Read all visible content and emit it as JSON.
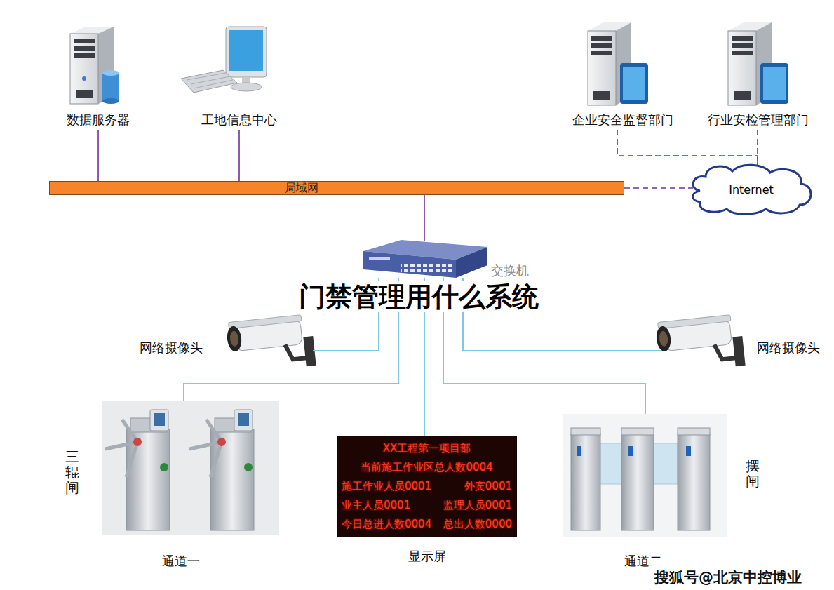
{
  "diagram": {
    "title": "门禁管理用什么系统",
    "nodes": [
      {
        "text": [
          "数据服务器"
        ]
      },
      {
        "text": [
          "工地信息中心"
        ]
      },
      {
        "text": [
          "企业安全监督部门"
        ]
      },
      {
        "text": [
          "行业安检管理部门"
        ]
      },
      {
        "text": [
          "局域网"
        ]
      },
      {
        "text": [
          "Internet"
        ]
      },
      {
        "text": [
          "交换机"
        ]
      },
      {
        "text": [
          "网络摄像头"
        ]
      },
      {
        "text": [
          "三辊闸",
          "通道一"
        ]
      },
      {
        "text": [
          "XX工程第一项目部",
          "当前施工作业区总人数0004",
          "施工作业人员0001",
          "外宾0001",
          "业主人员0001",
          "监理人员0001",
          "今日总进人数0004",
          "总出人数0000",
          "显示屏"
        ]
      },
      {
        "text": [
          "网络摄像头"
        ]
      },
      {
        "text": [
          "摆闸",
          "通道二"
        ]
      }
    ],
    "edges": [
      {
        "from": 0,
        "to": 4,
        "arrow": "none"
      },
      {
        "from": 1,
        "to": 4,
        "arrow": "none"
      },
      {
        "from": 2,
        "to": 5,
        "arrow": "none"
      },
      {
        "from": 3,
        "to": 5,
        "arrow": "none"
      },
      {
        "from": 4,
        "to": 5,
        "arrow": "none"
      },
      {
        "from": 4,
        "to": 6,
        "arrow": "none"
      },
      {
        "from": 6,
        "to": 7,
        "arrow": "none"
      },
      {
        "from": 6,
        "to": 8,
        "arrow": "none"
      },
      {
        "from": 6,
        "to": 9,
        "arrow": "none"
      },
      {
        "from": 6,
        "to": 11,
        "arrow": "none"
      },
      {
        "from": 6,
        "to": 10,
        "arrow": "none"
      }
    ],
    "labels": [
      "搜狐号@北京中控博业"
    ]
  }
}
